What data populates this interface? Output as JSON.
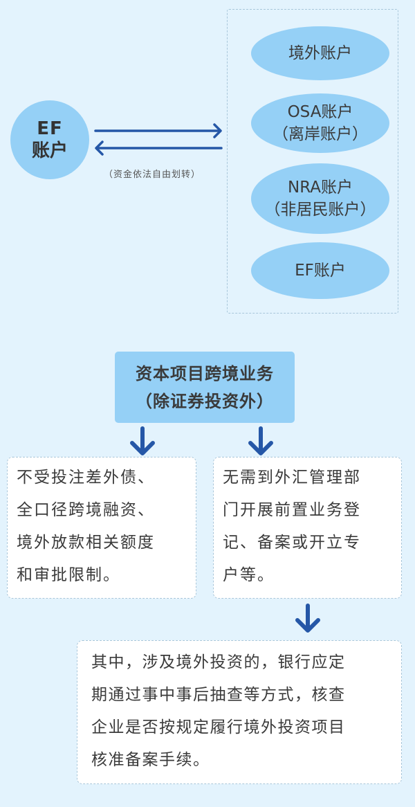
{
  "diagram": {
    "source_account": {
      "line1": "EF",
      "line2": "账户"
    },
    "transfer_note": "（资金依法自由划转）",
    "target_accounts": [
      {
        "line1": "境外账户",
        "line2": ""
      },
      {
        "line1": "OSA账户",
        "line2": "（离岸账户）"
      },
      {
        "line1": "NRA账户",
        "line2": "（非居民账户）"
      },
      {
        "line1": "EF账户",
        "line2": ""
      }
    ],
    "capital_business": {
      "line1": "资本项目跨境业务",
      "line2": "（除证券投资外）"
    },
    "left_note": {
      "lines": [
        "不受投注差外债、",
        "全口径跨境融资、",
        "境外放款相关额度",
        "和审批限制。"
      ]
    },
    "right_note": {
      "lines": [
        "无需到外汇管理部",
        "门开展前置业务登",
        "记、备案或开立专",
        "户等。"
      ]
    },
    "bottom_note": {
      "lines": [
        "其中，涉及境外投资的，银行应定",
        "期通过事中事后抽查等方式，核查",
        "企业是否按规定履行境外投资项目",
        "核准备案手续。"
      ]
    }
  },
  "colors": {
    "background": "#e3f3fd",
    "ellipse_fill": "#95d0f6",
    "arrow": "#2557a7",
    "dashed_border": "#a8c6da",
    "text": "#3a3a3a"
  },
  "icons": {
    "right_arrow": "arrow-right-icon",
    "left_arrow": "arrow-left-icon",
    "down_arrow": "arrow-down-icon"
  }
}
